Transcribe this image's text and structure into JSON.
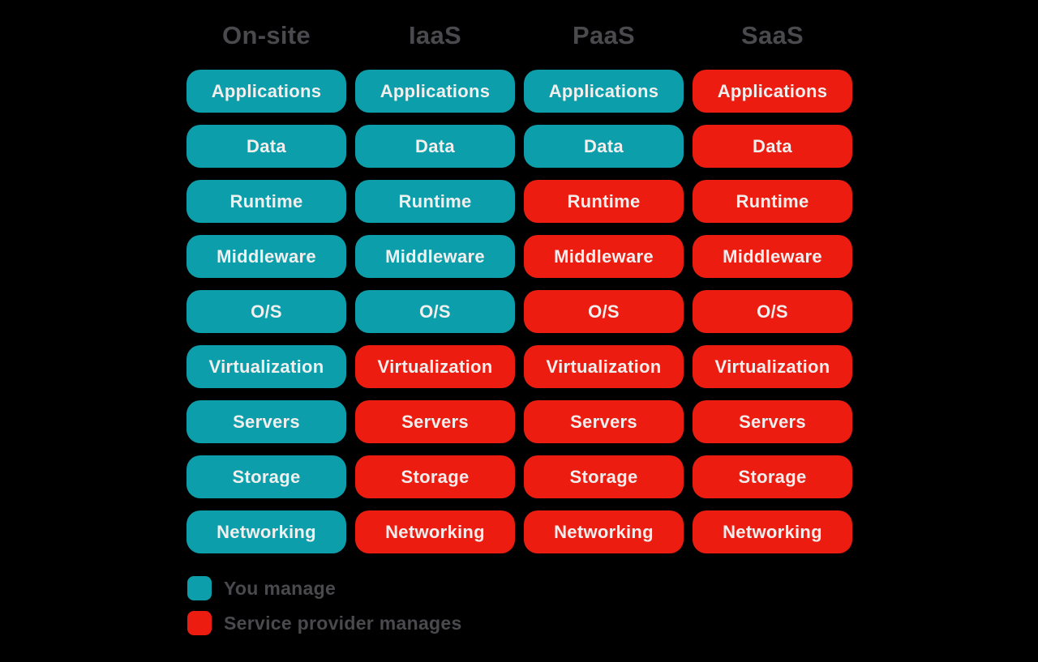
{
  "colors": {
    "background": "#000000",
    "you_manage": "#0c9fab",
    "provider_manages": "#ed1c10",
    "header_text": "#4a4a4e",
    "pill_text": "#f1efee"
  },
  "columns": [
    {
      "label": "On-site",
      "cells": [
        {
          "label": "Applications",
          "managed_by": "you"
        },
        {
          "label": "Data",
          "managed_by": "you"
        },
        {
          "label": "Runtime",
          "managed_by": "you"
        },
        {
          "label": "Middleware",
          "managed_by": "you"
        },
        {
          "label": "O/S",
          "managed_by": "you"
        },
        {
          "label": "Virtualization",
          "managed_by": "you"
        },
        {
          "label": "Servers",
          "managed_by": "you"
        },
        {
          "label": "Storage",
          "managed_by": "you"
        },
        {
          "label": "Networking",
          "managed_by": "you"
        }
      ]
    },
    {
      "label": "IaaS",
      "cells": [
        {
          "label": "Applications",
          "managed_by": "you"
        },
        {
          "label": "Data",
          "managed_by": "you"
        },
        {
          "label": "Runtime",
          "managed_by": "you"
        },
        {
          "label": "Middleware",
          "managed_by": "you"
        },
        {
          "label": "O/S",
          "managed_by": "you"
        },
        {
          "label": "Virtualization",
          "managed_by": "provider"
        },
        {
          "label": "Servers",
          "managed_by": "provider"
        },
        {
          "label": "Storage",
          "managed_by": "provider"
        },
        {
          "label": "Networking",
          "managed_by": "provider"
        }
      ]
    },
    {
      "label": "PaaS",
      "cells": [
        {
          "label": "Applications",
          "managed_by": "you"
        },
        {
          "label": "Data",
          "managed_by": "you"
        },
        {
          "label": "Runtime",
          "managed_by": "provider"
        },
        {
          "label": "Middleware",
          "managed_by": "provider"
        },
        {
          "label": "O/S",
          "managed_by": "provider"
        },
        {
          "label": "Virtualization",
          "managed_by": "provider"
        },
        {
          "label": "Servers",
          "managed_by": "provider"
        },
        {
          "label": "Storage",
          "managed_by": "provider"
        },
        {
          "label": "Networking",
          "managed_by": "provider"
        }
      ]
    },
    {
      "label": "SaaS",
      "cells": [
        {
          "label": "Applications",
          "managed_by": "provider"
        },
        {
          "label": "Data",
          "managed_by": "provider"
        },
        {
          "label": "Runtime",
          "managed_by": "provider"
        },
        {
          "label": "Middleware",
          "managed_by": "provider"
        },
        {
          "label": "O/S",
          "managed_by": "provider"
        },
        {
          "label": "Virtualization",
          "managed_by": "provider"
        },
        {
          "label": "Servers",
          "managed_by": "provider"
        },
        {
          "label": "Storage",
          "managed_by": "provider"
        },
        {
          "label": "Networking",
          "managed_by": "provider"
        }
      ]
    }
  ],
  "legend": {
    "items": [
      {
        "label": "You manage",
        "managed_by": "you"
      },
      {
        "label": "Service provider manages",
        "managed_by": "provider"
      }
    ]
  }
}
